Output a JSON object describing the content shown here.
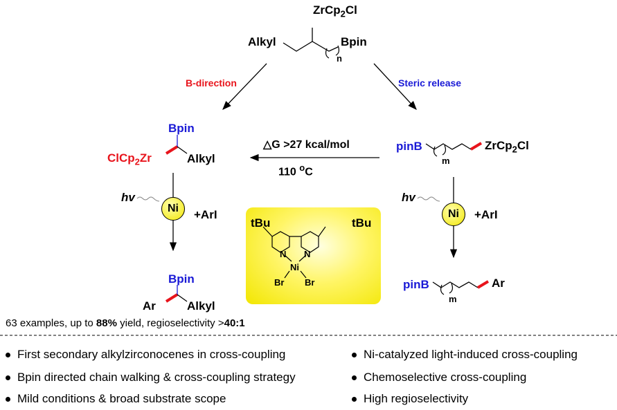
{
  "top": {
    "zr": "ZrCp",
    "zr_sub": "2",
    "zr_tail": "Cl",
    "alkyl": "Alkyl",
    "bpin": "Bpin",
    "n": "n"
  },
  "arrows": {
    "left_label": "B-direction",
    "right_label": "Steric release",
    "center_top": "△G >27 kcal/mol",
    "center_bottom": "110 ",
    "center_deg": "o",
    "center_c": "C"
  },
  "left_int": {
    "bpin": "Bpin",
    "zr": "ClCp",
    "zr_sub": "2",
    "zr_tail": "Zr",
    "alkyl": "Alkyl"
  },
  "right_int": {
    "pinb": "pinB",
    "m": "m",
    "zr": "ZrCp",
    "zr_sub": "2",
    "zr_tail": "Cl"
  },
  "catalysis": {
    "hv": "hv",
    "ni": "Ni",
    "arI": "+ArI"
  },
  "catalyst": {
    "tbu": "tBu",
    "n": "N",
    "ni": "Ni",
    "br": "Br"
  },
  "left_prod": {
    "bpin": "Bpin",
    "ar": "Ar",
    "alkyl": "Alkyl"
  },
  "right_prod": {
    "pinb": "pinB",
    "m": "m",
    "ar": "Ar"
  },
  "summary": {
    "pre": "63 examples, up to ",
    "yield": "88%",
    "mid": " yield, regioselectivity >",
    "ratio": "40:1"
  },
  "bullets": [
    "First secondary alkylzirconocenes in cross-coupling",
    "Bpin directed chain walking & cross-coupling strategy",
    "Mild conditions & broad substrate scope",
    "Ni-catalyzed light-induced cross-coupling",
    "Chemoselective cross-coupling",
    "High regioselectivity"
  ],
  "colors": {
    "red": "#e8141c",
    "blue": "#1a1ad6",
    "yellow": "#f2e600"
  }
}
